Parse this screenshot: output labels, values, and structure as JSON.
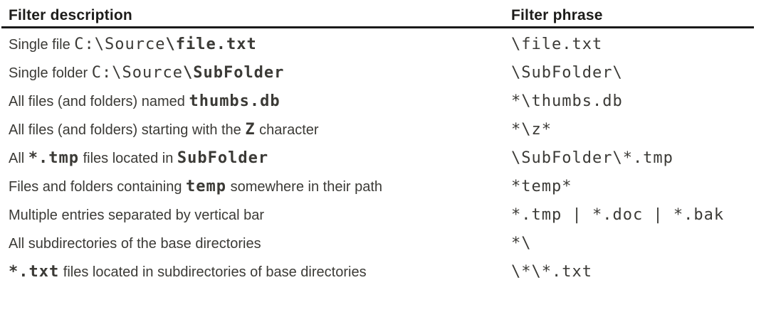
{
  "colors": {
    "text": "#3b3a36",
    "heading": "#1d1c1a",
    "rule": "#1a1a1a",
    "background": "#ffffff"
  },
  "table": {
    "header": {
      "description": "Filter description",
      "phrase": "Filter phrase"
    },
    "rows": [
      {
        "description": [
          {
            "text": "Single file ",
            "style": "sans"
          },
          {
            "text": "C:\\Source",
            "style": "mono"
          },
          {
            "text": "\\file.txt",
            "style": "monob"
          }
        ],
        "phrase": "\\file.txt"
      },
      {
        "description": [
          {
            "text": "Single folder ",
            "style": "sans"
          },
          {
            "text": "C:\\Source",
            "style": "mono"
          },
          {
            "text": "\\SubFolder",
            "style": "monob"
          }
        ],
        "phrase": "\\SubFolder\\"
      },
      {
        "description": [
          {
            "text": "All files (and folders) named ",
            "style": "sans"
          },
          {
            "text": "thumbs.db",
            "style": "monob"
          }
        ],
        "phrase": "*\\thumbs.db"
      },
      {
        "description": [
          {
            "text": "All files (and folders) starting with the ",
            "style": "sans"
          },
          {
            "text": "Z",
            "style": "monob"
          },
          {
            "text": " character",
            "style": "sans"
          }
        ],
        "phrase": "*\\z*"
      },
      {
        "description": [
          {
            "text": "All ",
            "style": "sans"
          },
          {
            "text": "*.tmp",
            "style": "monob"
          },
          {
            "text": " files located in ",
            "style": "sans"
          },
          {
            "text": "SubFolder",
            "style": "monob"
          }
        ],
        "phrase": "\\SubFolder\\*.tmp"
      },
      {
        "description": [
          {
            "text": "Files and folders containing ",
            "style": "sans"
          },
          {
            "text": "temp",
            "style": "monob"
          },
          {
            "text": " somewhere in their path",
            "style": "sans"
          }
        ],
        "phrase": "*temp*"
      },
      {
        "description": [
          {
            "text": "Multiple entries separated by vertical bar",
            "style": "sans"
          }
        ],
        "phrase": "*.tmp | *.doc | *.bak"
      },
      {
        "description": [
          {
            "text": "All subdirectories of the base directories",
            "style": "sans"
          }
        ],
        "phrase": "*\\"
      },
      {
        "description": [
          {
            "text": "*.txt",
            "style": "monob"
          },
          {
            "text": " files located in subdirectories of base directories",
            "style": "sans"
          }
        ],
        "phrase": "\\*\\*.txt"
      }
    ]
  }
}
